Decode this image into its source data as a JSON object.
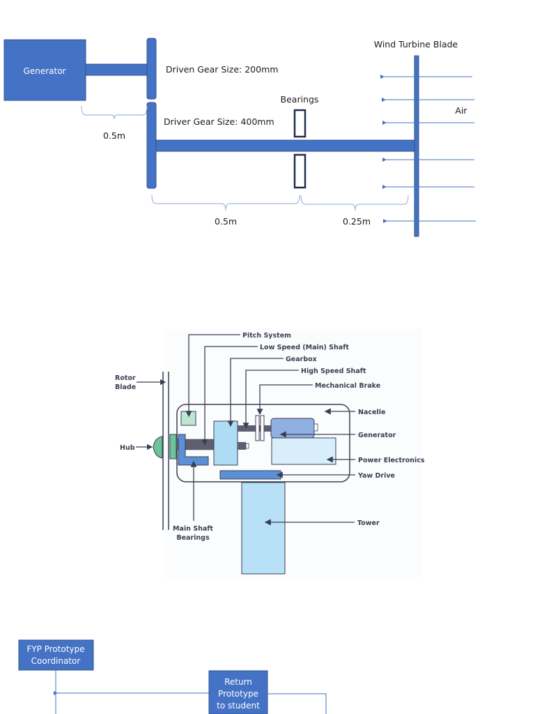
{
  "diagram1": {
    "title": "Wind turbine gear train schematic",
    "generator_label": "Generator",
    "driven_gear_label": "Driven Gear Size: 200mm",
    "driver_gear_label": "Driver Gear Size: 400mm",
    "bearings_label": "Bearings",
    "blade_label": "Wind Turbine Blade",
    "air_label": "Air",
    "dim_generator_to_gear": "0.5m",
    "dim_gear_to_bearings": "0.5m",
    "dim_bearings_to_blade": "0.25m",
    "colors": {
      "component": "#4472c4",
      "outline": "#2f528f",
      "bearing": "#1f2d4d",
      "arrow": "#4472c4"
    }
  },
  "diagram2": {
    "title": "Wind turbine nacelle components",
    "labels": {
      "pitch_system": "Pitch System",
      "low_speed_shaft": "Low Speed (Main) Shaft",
      "gearbox": "Gearbox",
      "high_speed_shaft": "High Speed Shaft",
      "mechanical_brake": "Mechanical Brake",
      "rotor_blade_1": "Rotor",
      "rotor_blade_2": "Blade",
      "hub": "Hub",
      "nacelle": "Nacelle",
      "generator": "Generator",
      "power_electronics": "Power Electronics",
      "yaw_drive": "Yaw Drive",
      "tower": "Tower",
      "main_shaft_bearings_1": "Main Shaft",
      "main_shaft_bearings_2": "Bearings"
    },
    "colors": {
      "line": "#3a3f52",
      "hub": "#6cc49a",
      "pitch": "#bfe5d3",
      "gearbox": "#aedcf5",
      "bearing": "#5b8fd6",
      "generator": "#8fb0e0",
      "power": "#d9eefb",
      "tower": "#b8e0f7",
      "yaw": "#5b8fd6",
      "shaft": "#5e6070"
    }
  },
  "diagram3": {
    "title": "Prototype flowchart",
    "box_coordinator": [
      "FYP Prototype",
      "Coordinator"
    ],
    "box_return": [
      "Return",
      "Prototype",
      "to student"
    ],
    "colors": {
      "box": "#4472c4",
      "box_border": "#2f528f",
      "line": "#4472c4"
    }
  }
}
